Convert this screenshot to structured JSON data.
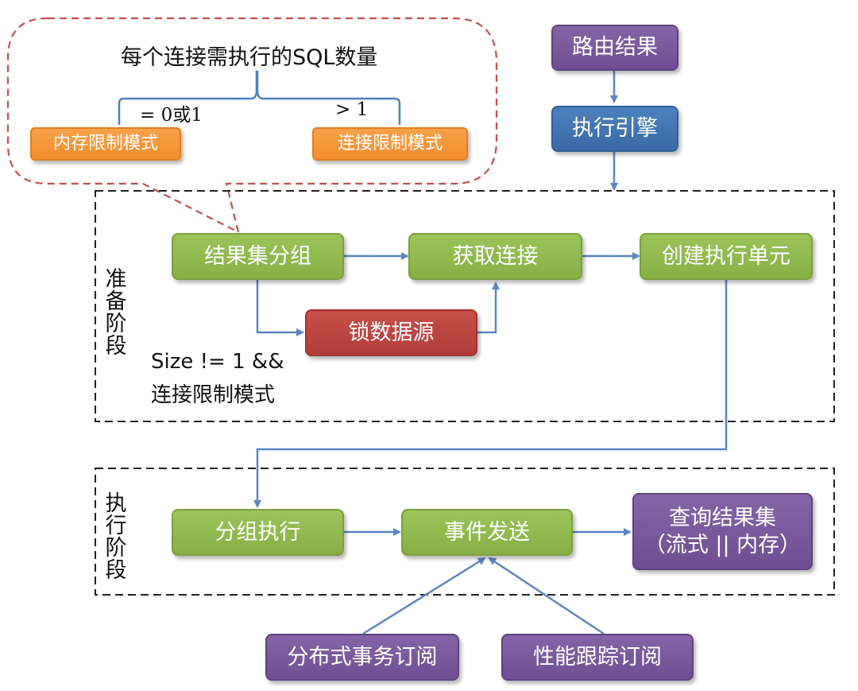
{
  "bubble": {
    "title": "每个连接需执行的SQL数量",
    "left_condition": "= 0或1",
    "right_condition": "> 1",
    "memory_mode": "内存限制模式",
    "connection_mode": "连接限制模式"
  },
  "top_flow": {
    "routing_result": "路由结果",
    "execution_engine": "执行引擎"
  },
  "prepare_phase": {
    "label": "准备阶段",
    "group_results": "结果集分组",
    "acquire_connection": "获取连接",
    "create_unit": "创建执行单元",
    "lock_datasource": "锁数据源",
    "condition_line1": "Size != 1 &&",
    "condition_line2": "连接限制模式"
  },
  "execute_phase": {
    "label": "执行阶段",
    "group_execute": "分组执行",
    "event_send": "事件发送",
    "query_result_line1": "查询结果集",
    "query_result_line2": "（流式 || 内存）"
  },
  "subscribers": {
    "distributed_tx": "分布式事务订阅",
    "perf_tracing": "性能跟踪订阅"
  },
  "colors": {
    "green": "#8db84d",
    "purple": "#7858a0",
    "blue": "#4374b3",
    "red": "#b94542",
    "orange": "#f59637",
    "arrow": "#5b86c0",
    "bubble_border": "#c0504d"
  }
}
